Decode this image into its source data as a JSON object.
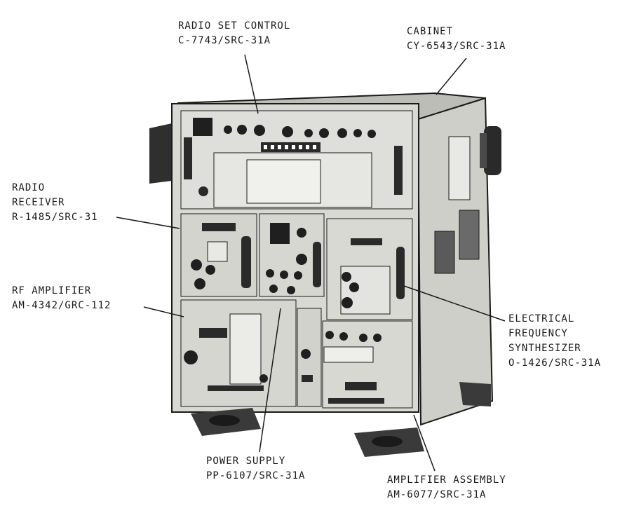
{
  "callouts": {
    "radio_set_control": {
      "name": "RADIO SET CONTROL",
      "part": "C-7743/SRC-31A"
    },
    "cabinet": {
      "name": "CABINET",
      "part": "CY-6543/SRC-31A"
    },
    "radio_receiver": {
      "name1": "RADIO",
      "name2": "RECEIVER",
      "part": "R-1485/SRC-31"
    },
    "rf_amplifier": {
      "name": "RF AMPLIFIER",
      "part": "AM-4342/GRC-112"
    },
    "synthesizer": {
      "name1": "ELECTRICAL",
      "name2": "FREQUENCY",
      "name3": "SYNTHESIZER",
      "part": "O-1426/SRC-31A"
    },
    "power_supply": {
      "name": "POWER SUPPLY",
      "part": "PP-6107/SRC-31A"
    },
    "amplifier_assembly": {
      "name": "AMPLIFIER ASSEMBLY",
      "part": "AM-6077/SRC-31A"
    }
  },
  "colors": {
    "ink": "#1a1a1a",
    "panel": "#d9d9d4",
    "shadow": "#3a3a3a",
    "paper": "#ffffff"
  }
}
